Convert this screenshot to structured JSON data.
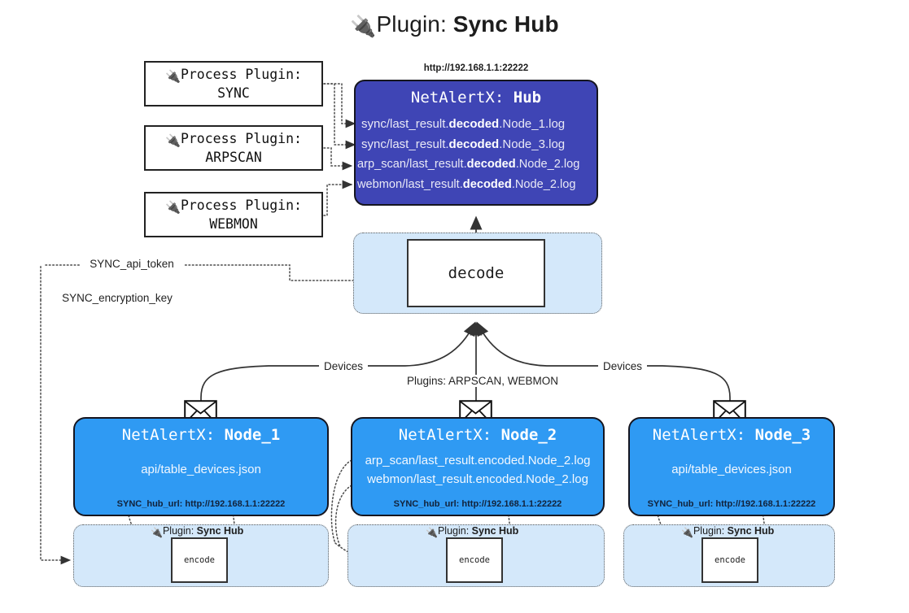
{
  "title": {
    "icon": "plug-icon",
    "glyph": "🔌",
    "prefix": "Plugin: ",
    "name": "Sync Hub"
  },
  "process_plugins": [
    {
      "glyph": "🔌",
      "line1": "Process Plugin:",
      "line2": "SYNC"
    },
    {
      "glyph": "🔌",
      "line1": "Process Plugin:",
      "line2": "ARPSCAN"
    },
    {
      "glyph": "🔌",
      "line1": "Process Plugin:",
      "line2": "WEBMON"
    }
  ],
  "hub": {
    "url": "http://192.168.1.1:22222",
    "title_prefix": "NetAlertX: ",
    "title_name": "Hub",
    "color": "#3f45b5",
    "lines": [
      {
        "pre": "sync/last_result.",
        "em": "decoded",
        "post": ".Node_1.log"
      },
      {
        "pre": "sync/last_result.",
        "em": "decoded",
        "post": ".Node_3.log"
      },
      {
        "pre": "arp_scan/last_result.",
        "em": "decoded",
        "post": ".Node_2.log"
      },
      {
        "pre": "webmon/last_result.",
        "em": "decoded",
        "post": ".Node_2.log"
      }
    ]
  },
  "decode": {
    "label": "decode",
    "pane_color": "#d4e8fa"
  },
  "settings_edges": [
    {
      "label": "SYNC_api_token"
    },
    {
      "label": "SYNC_encryption_key"
    }
  ],
  "transport_labels": {
    "left_devices": "Devices",
    "right_devices": "Devices",
    "center_plugins": "Plugins: ARPSCAN, WEBMON"
  },
  "nodes": [
    {
      "icon": "envelope-icon",
      "title_prefix": "NetAlertX: ",
      "title_name": "Node_1",
      "color": "#2f9af3",
      "lines": [
        "api/table_devices.json"
      ],
      "footer": "SYNC_hub_url: http://192.168.1.1:22222"
    },
    {
      "icon": "envelope-icon",
      "title_prefix": "NetAlertX: ",
      "title_name": "Node_2",
      "color": "#2f9af3",
      "lines": [
        "arp_scan/last_result.encoded.Node_2.log",
        "webmon/last_result.encoded.Node_2.log"
      ],
      "footer": "SYNC_hub_url: http://192.168.1.1:22222"
    },
    {
      "icon": "envelope-icon",
      "title_prefix": "NetAlertX: ",
      "title_name": "Node_3",
      "color": "#2f9af3",
      "lines": [
        "api/table_devices.json"
      ],
      "footer": "SYNC_hub_url: http://192.168.1.1:22222"
    }
  ],
  "encoders": [
    {
      "glyph": "🔌",
      "plugin_prefix": "Plugin: ",
      "plugin_name": "Sync Hub",
      "label": "encode"
    },
    {
      "glyph": "🔌",
      "plugin_prefix": "Plugin: ",
      "plugin_name": "Sync Hub",
      "label": "encode"
    },
    {
      "glyph": "🔌",
      "plugin_prefix": "Plugin: ",
      "plugin_name": "Sync Hub",
      "label": "encode"
    }
  ]
}
